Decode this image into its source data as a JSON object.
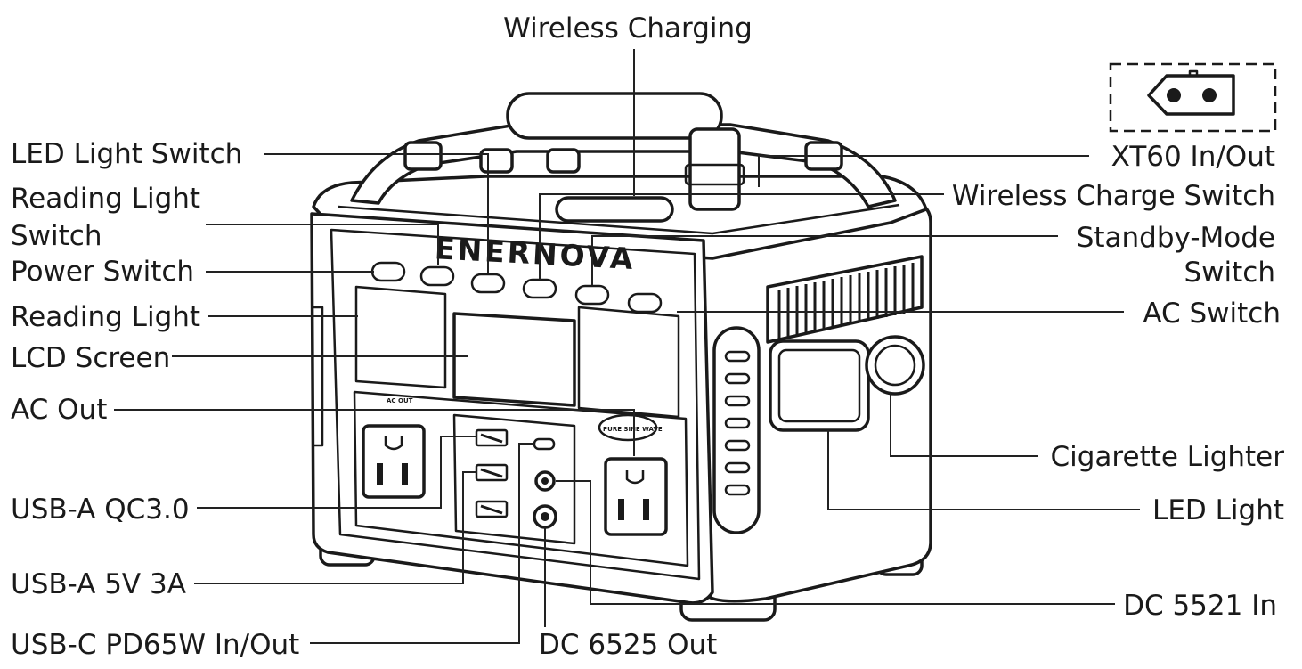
{
  "brand": "ENERNOVA",
  "panel_text": {
    "ac_out_tag": "AC OUT",
    "pure_sine_wave": "PURE SINE WAVE"
  },
  "labels": {
    "wireless_charging": "Wireless Charging",
    "led_light_switch": "LED Light Switch",
    "reading_light_switch_line1": "Reading Light",
    "reading_light_switch_line2": "Switch",
    "power_switch": "Power Switch",
    "reading_light": "Reading Light",
    "lcd_screen": "LCD Screen",
    "ac_out": "AC Out",
    "usb_a_qc30": "USB-A QC3.0",
    "usb_a_5v3a": "USB-A 5V 3A",
    "usb_c_pd65w": "USB-C PD65W In/Out",
    "dc6525_out": "DC 6525 Out",
    "xt60": "XT60 In/Out",
    "wireless_charge_switch": "Wireless Charge Switch",
    "standby_line1": "Standby-Mode",
    "standby_line2": "Switch",
    "ac_switch": "AC Switch",
    "cigarette_lighter": "Cigarette Lighter",
    "led_light": "LED Light",
    "dc5521_in": "DC 5521 In"
  }
}
